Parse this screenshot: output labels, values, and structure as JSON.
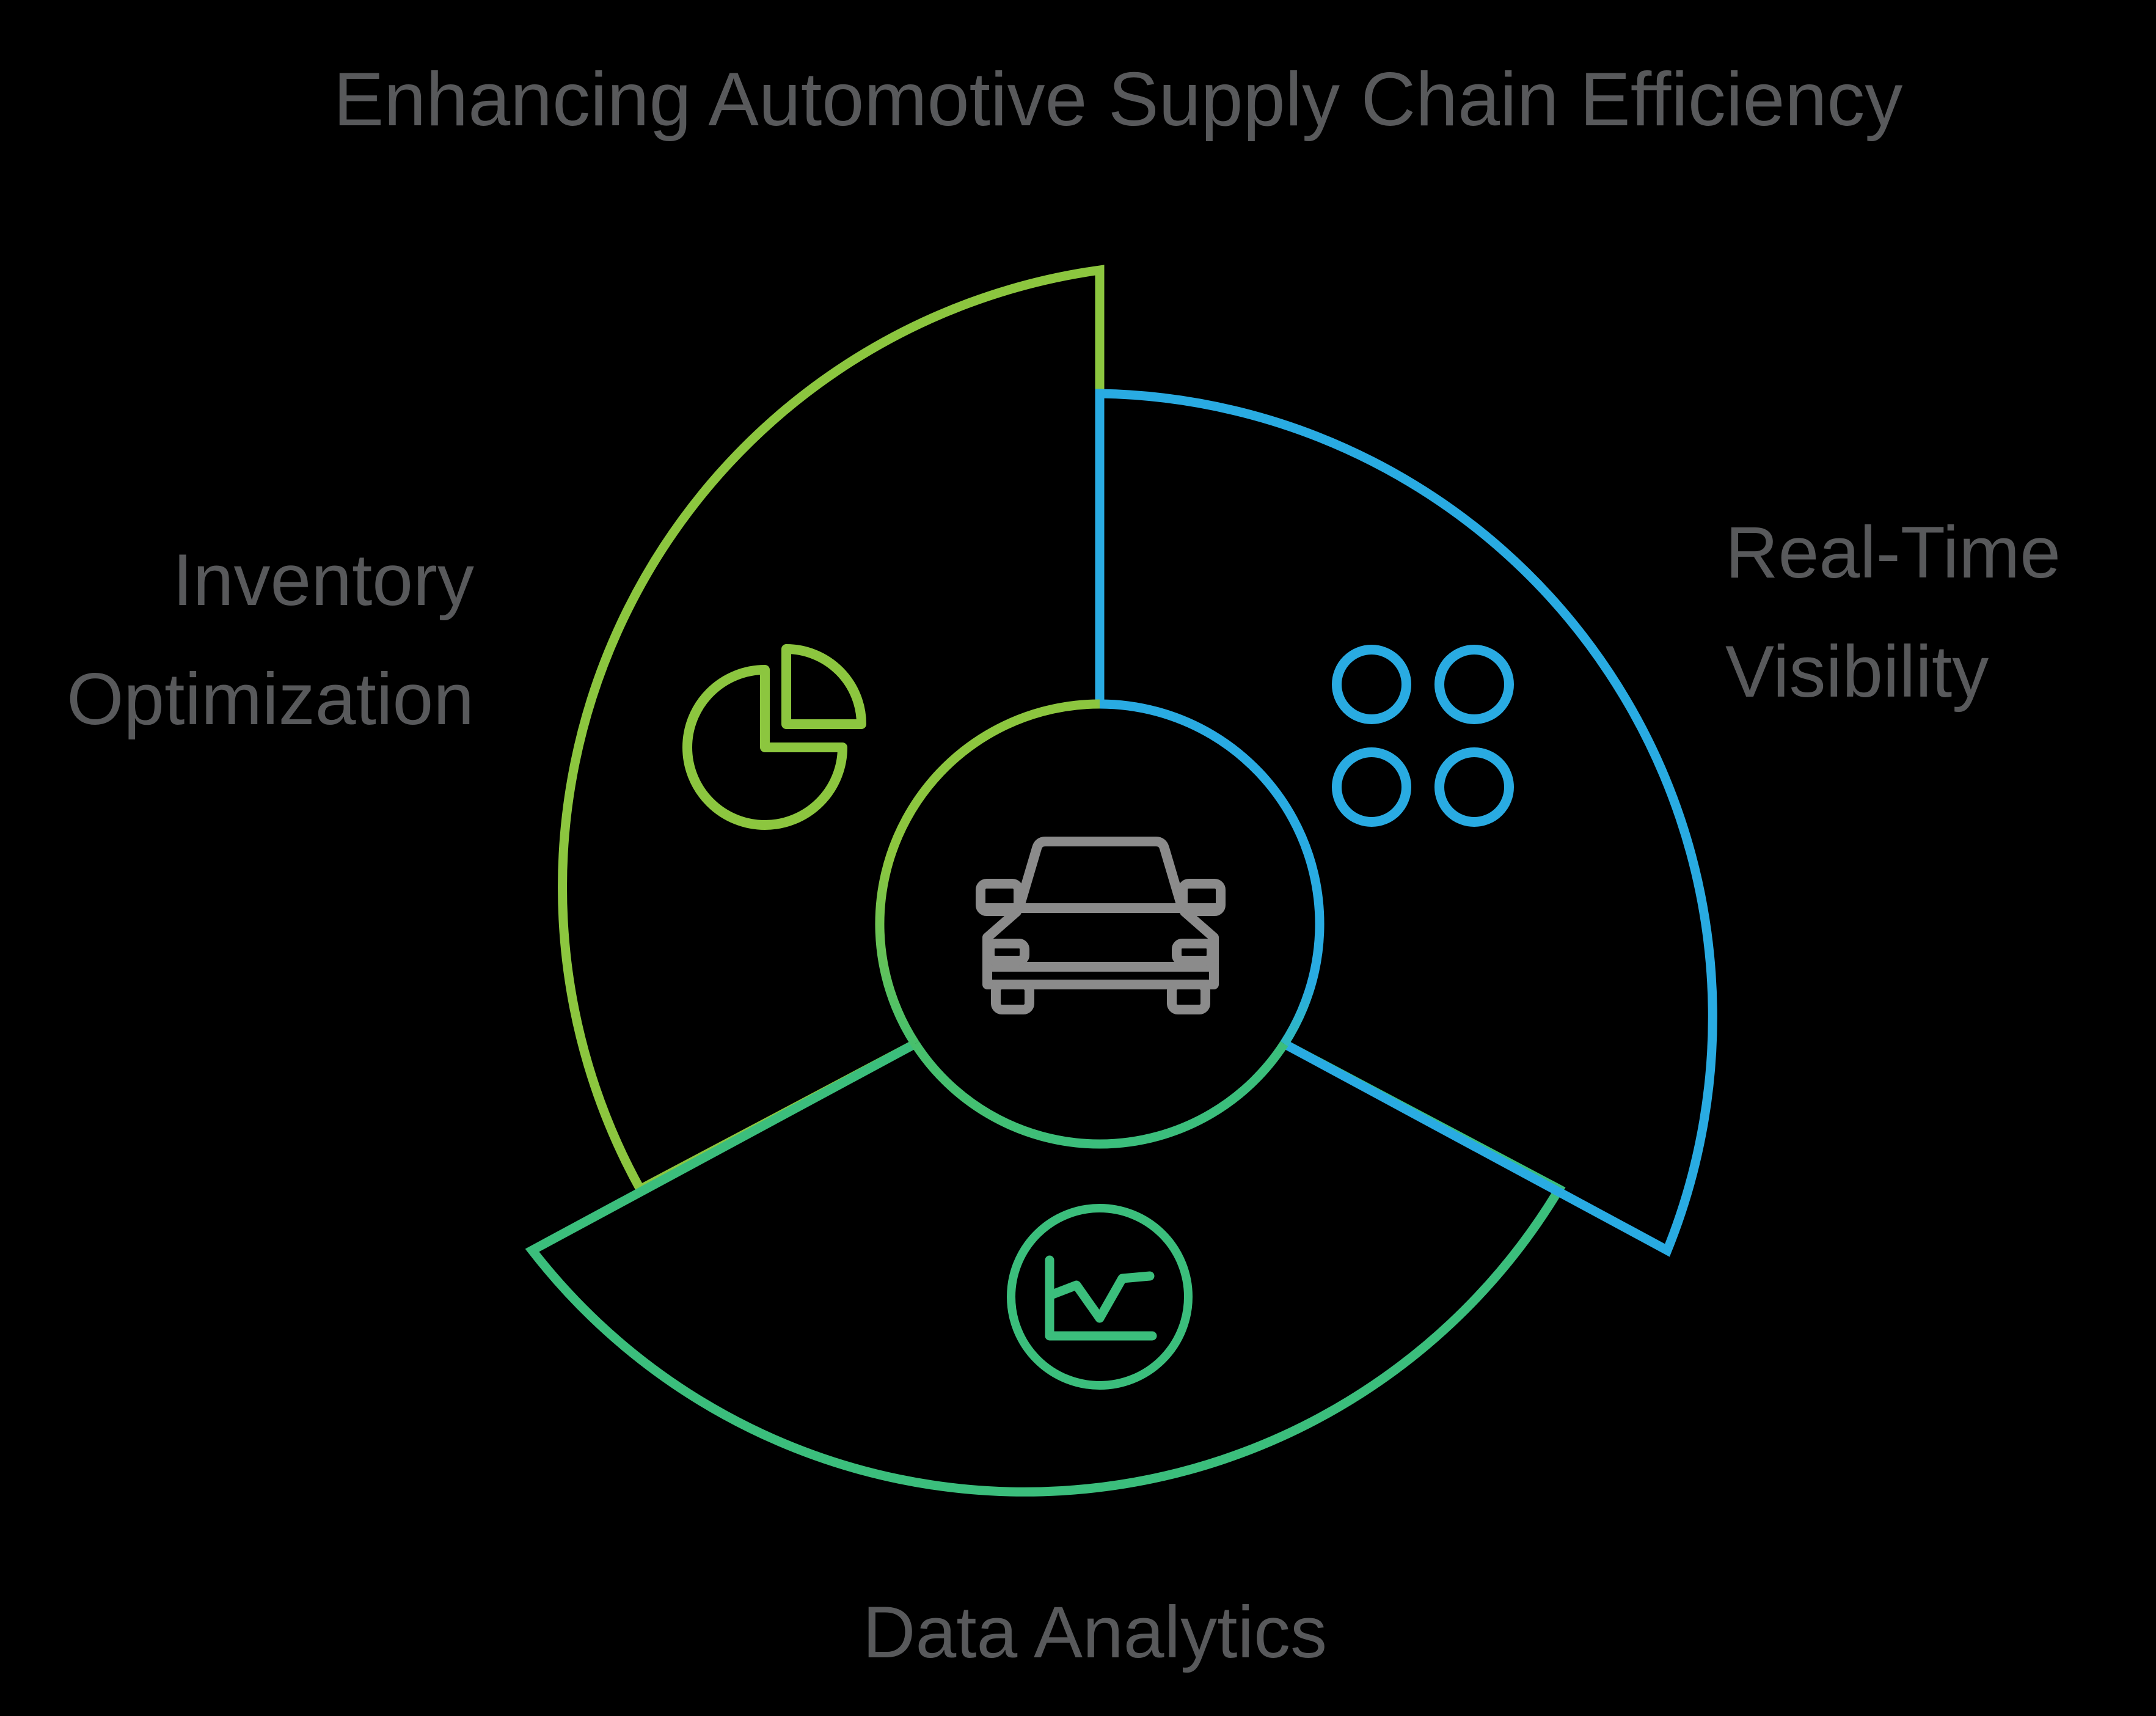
{
  "title": "Enhancing Automotive Supply Chain Efficiency",
  "colors": {
    "background": "#000000",
    "title_text": "#58595B",
    "label_text": "#58595B",
    "inventory_green": "#8CC63F",
    "visibility_blue": "#29ABE2",
    "analytics_teal": "#3BBE7C",
    "car_gray": "#8B8B8B"
  },
  "center": {
    "icon": "car-icon"
  },
  "segments": [
    {
      "id": "inventory-optimization",
      "label_line1": "Inventory",
      "label_line2": "Optimization",
      "color": "#8CC63F",
      "icon": "pie-chart-icon",
      "position": "top-left"
    },
    {
      "id": "real-time-visibility",
      "label_line1": "Real-Time",
      "label_line2": "Visibility",
      "color": "#29ABE2",
      "icon": "four-circles-icon",
      "position": "right"
    },
    {
      "id": "data-analytics",
      "label_line1": "Data Analytics",
      "color": "#3BBE7C",
      "icon": "line-chart-icon",
      "position": "bottom"
    }
  ]
}
